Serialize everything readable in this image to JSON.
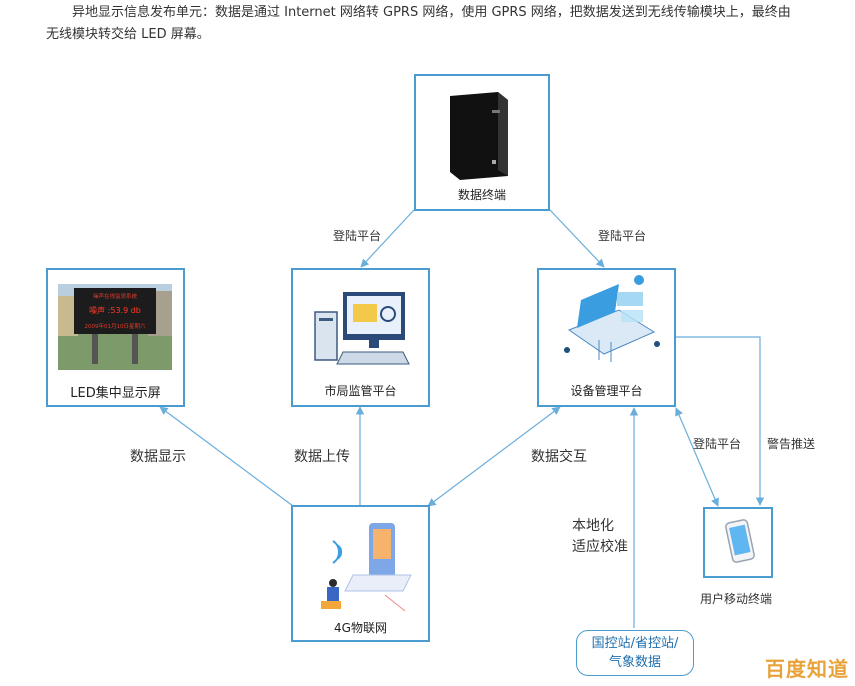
{
  "intro": {
    "line1": "异地显示信息发布单元：数据是通过 Internet 网络转 GPRS 网络，使用 GPRS 网络，把数据发送到无线传输模块上，最终由",
    "line2": "无线模块转交给 LED 屏幕。"
  },
  "nodes": {
    "data_terminal": "数据终端",
    "led_screen": "LED集中显示屏",
    "led_sign_line1": "噪声在线监测系统",
    "led_sign_line2": "噪声 :53.9 db",
    "led_sign_line3": "2009年01月10日星期六",
    "city_monitor": "市局监管平台",
    "device_mgmt": "设备管理平台",
    "iot_4g": "4G物联网",
    "mobile": "用户移动终端",
    "stations": "国控站/省控站/\n气象数据"
  },
  "edges": {
    "login_left": "登陆平台",
    "login_right": "登陆平台",
    "data_display": "数据显示",
    "data_upload": "数据上传",
    "data_exchange": "数据交互",
    "localization": "本地化\n适应校准",
    "login_mobile": "登陆平台",
    "alarm_push": "警告推送"
  },
  "watermark": "百度知道",
  "colors": {
    "frame": "#4a9cd0",
    "line": "#6aaedc",
    "accent": "#e8a23a"
  }
}
